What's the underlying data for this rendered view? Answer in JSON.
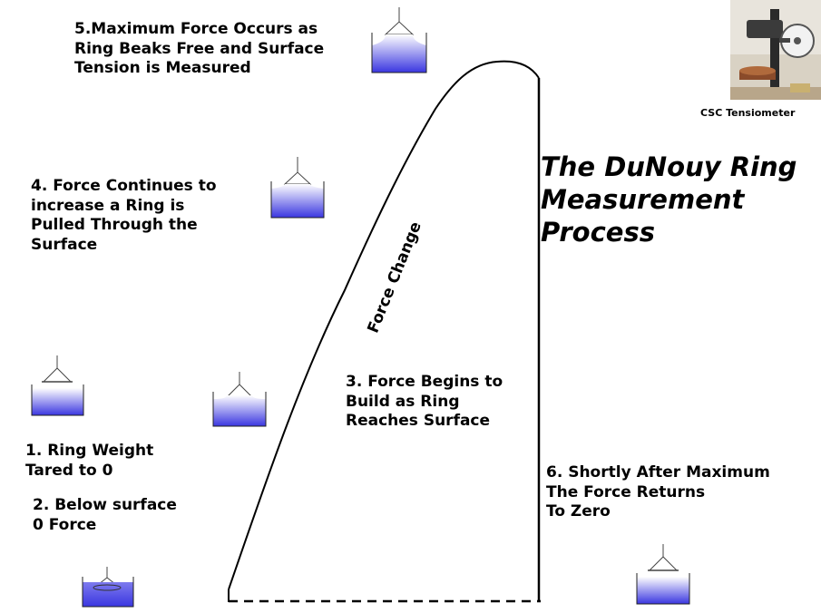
{
  "title": "The DuNouy Ring\nMeasurement\nProcess",
  "photo_caption": "CSC Tensiometer",
  "curve_label": "Force Change",
  "steps": [
    {
      "text": "1. Ring Weight\nTared to 0"
    },
    {
      "text": "2. Below surface\n0 Force"
    },
    {
      "text": "3. Force Begins to\nBuild as Ring\nReaches Surface"
    },
    {
      "text": "4. Force Continues to\nincrease a Ring is\nPulled Through the\nSurface"
    },
    {
      "text": "5.Maximum Force Occurs as\nRing Beaks Free and Surface\nTension is Measured"
    },
    {
      "text": "6. Shortly After Maximum\nThe Force Returns\nTo Zero"
    }
  ],
  "colors": {
    "liquid_top": "#ffffff",
    "liquid_bottom": "#3a36e0",
    "line": "#000000",
    "ring": "#444444"
  },
  "icons": [
    "beaker-ring-icon",
    "tensiometer-photo"
  ]
}
